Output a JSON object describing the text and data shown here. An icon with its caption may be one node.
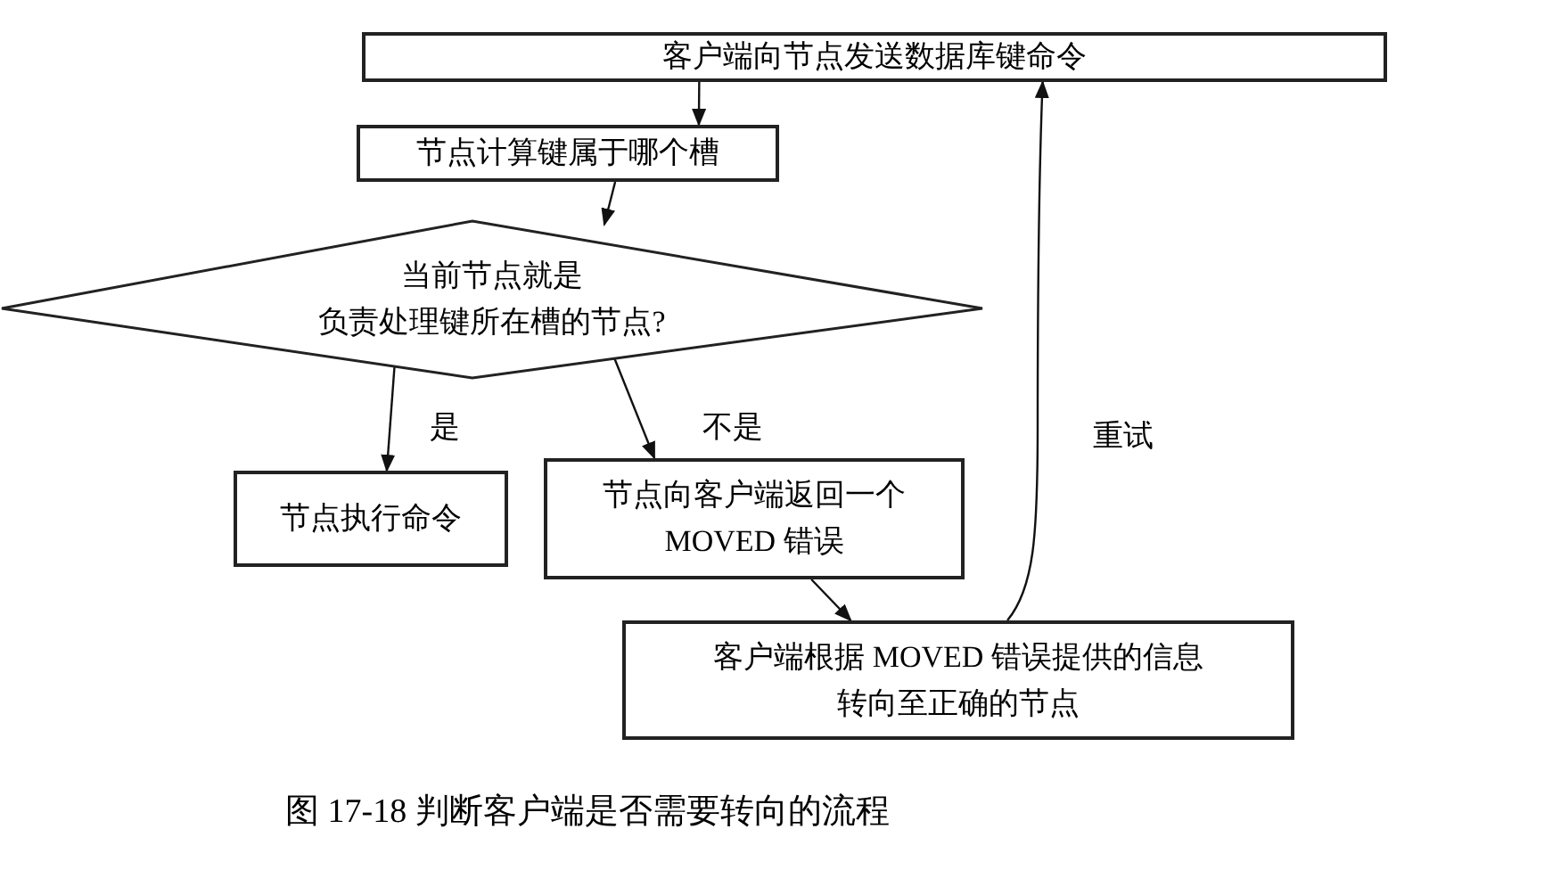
{
  "diagram": {
    "caption": "图 17-18 判断客户端是否需要转向的流程",
    "nodes": [
      {
        "text": [
          "客户端向节点发送数据库键命令"
        ]
      },
      {
        "text": [
          "节点计算键属于哪个槽"
        ]
      },
      {
        "text": [
          "当前节点就是负责处理键所在槽的节点?"
        ]
      },
      {
        "text": [
          "节点执行命令"
        ]
      },
      {
        "text": [
          "节点向客户端返回一个 MOVED 错误"
        ]
      },
      {
        "text": [
          "客户端根据 MOVED 错误提供的信息转向至正确的节点"
        ]
      }
    ],
    "edges": [
      {
        "from": 0,
        "to": 1,
        "arrow": "to"
      },
      {
        "from": 1,
        "to": 2,
        "arrow": "to"
      },
      {
        "from": 2,
        "to": 3,
        "arrow": "to",
        "label": "是"
      },
      {
        "from": 2,
        "to": 4,
        "arrow": "to",
        "label": "不是"
      },
      {
        "from": 4,
        "to": 5,
        "arrow": "to"
      },
      {
        "from": 5,
        "to": 0,
        "arrow": "to",
        "label": "重试"
      }
    ]
  }
}
